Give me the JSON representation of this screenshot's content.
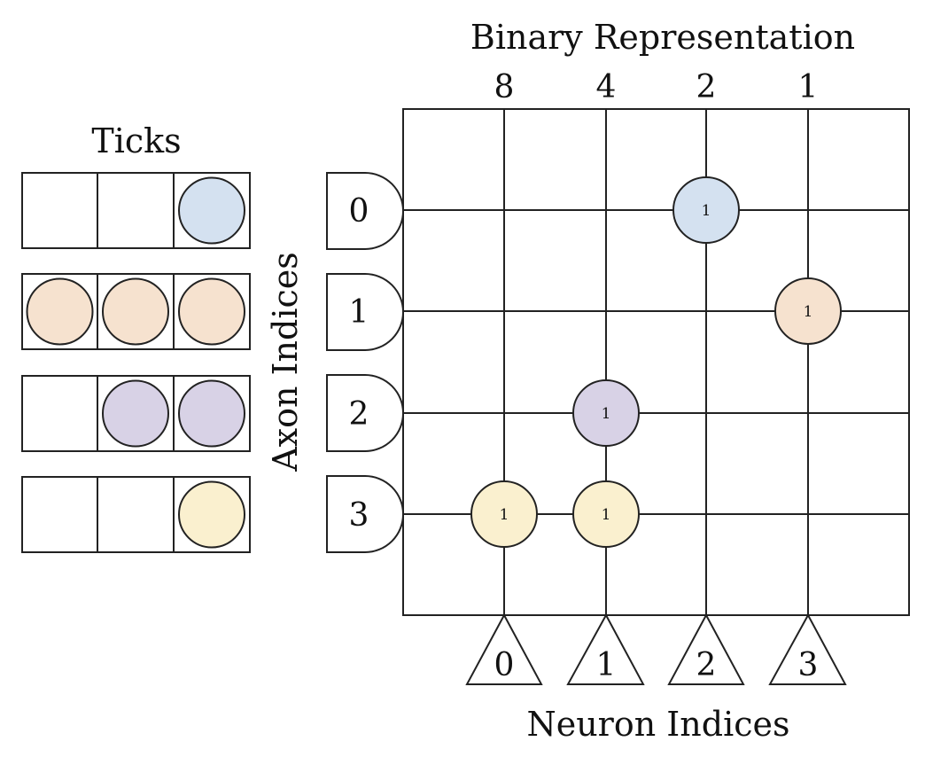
{
  "labels": {
    "binary_title": "Binary Representation",
    "ticks_title": "Ticks",
    "axon_title": "Axon Indices",
    "neuron_title": "Neuron Indices"
  },
  "binary_weights": [
    "8",
    "4",
    "2",
    "1"
  ],
  "axons": [
    "0",
    "1",
    "2",
    "3"
  ],
  "neurons": [
    "0",
    "1",
    "2",
    "3"
  ],
  "colors": {
    "line": "#222222",
    "axon_0": "#d4e1f0",
    "axon_1": "#f6e2cf",
    "axon_2": "#d8d2e6",
    "axon_3": "#faf0cf"
  },
  "synapses": [
    {
      "axon": 0,
      "neuron": 2,
      "value": "1",
      "color": "axon_0"
    },
    {
      "axon": 1,
      "neuron": 3,
      "value": "1",
      "color": "axon_1"
    },
    {
      "axon": 2,
      "neuron": 1,
      "value": "1",
      "color": "axon_2"
    },
    {
      "axon": 3,
      "neuron": 0,
      "value": "1",
      "color": "axon_3"
    },
    {
      "axon": 3,
      "neuron": 1,
      "value": "1",
      "color": "axon_3"
    }
  ],
  "tick_rows": [
    {
      "axon": 0,
      "filled": [
        false,
        false,
        true
      ],
      "color": "axon_0"
    },
    {
      "axon": 1,
      "filled": [
        true,
        true,
        true
      ],
      "color": "axon_1"
    },
    {
      "axon": 2,
      "filled": [
        false,
        true,
        true
      ],
      "color": "axon_2"
    },
    {
      "axon": 3,
      "filled": [
        false,
        false,
        true
      ],
      "color": "axon_3"
    }
  ]
}
